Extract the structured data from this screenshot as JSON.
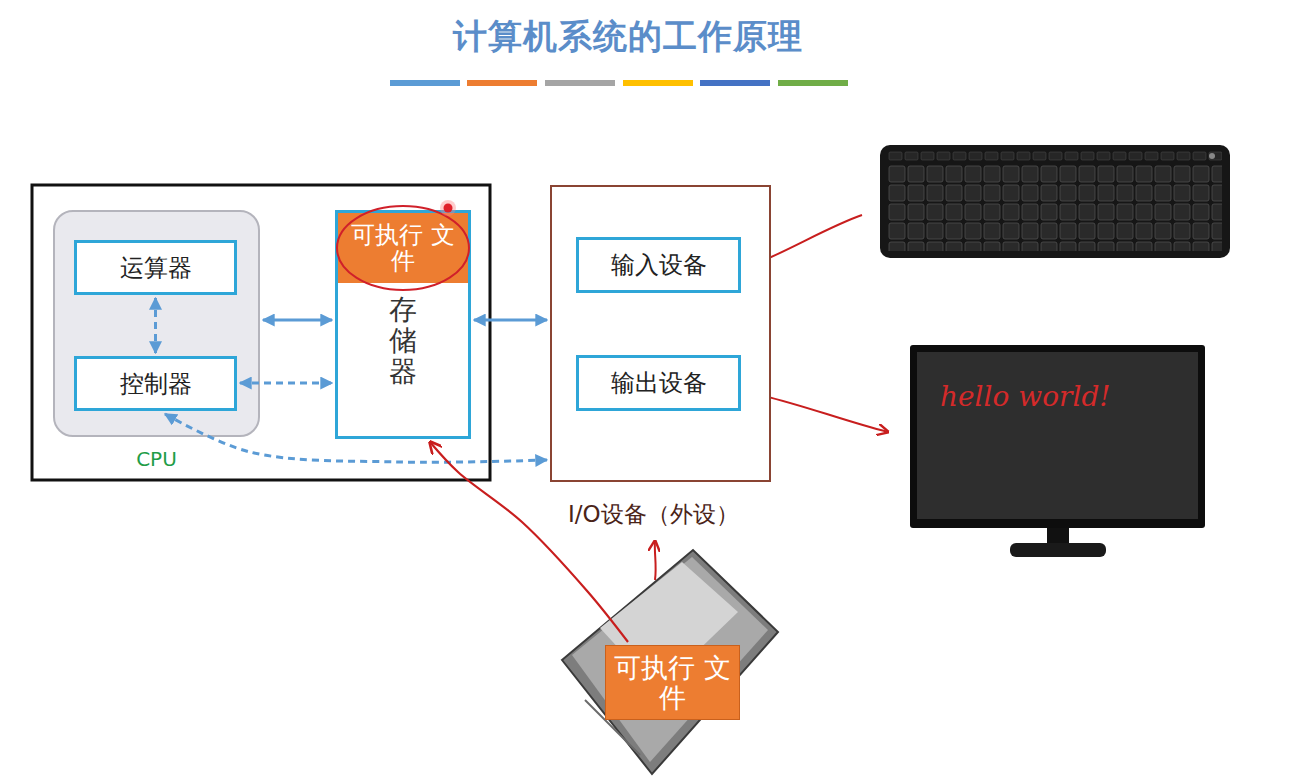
{
  "diagram": {
    "title": "计算机系统的工作原理",
    "nodes": [
      {
        "text": [
          "CPU"
        ]
      },
      {
        "text": [
          "运算器"
        ],
        "in": 0
      },
      {
        "text": [
          "控制器"
        ],
        "in": 0
      },
      {
        "text": [
          "存储器"
        ]
      },
      {
        "text": [
          "可执行 文件"
        ],
        "in": 3
      },
      {
        "text": [
          "I/O设备（外设）"
        ]
      },
      {
        "text": [
          "输入设备"
        ],
        "in": 5
      },
      {
        "text": [
          "输出设备"
        ],
        "in": 5
      },
      {
        "text": [
          "可执行 文件"
        ]
      }
    ],
    "edges": [
      {
        "from": 1,
        "to": 2,
        "arrow": "both"
      },
      {
        "from": 0,
        "to": 3,
        "arrow": "both"
      },
      {
        "from": 2,
        "to": 3,
        "arrow": "both"
      },
      {
        "from": 3,
        "to": 5,
        "arrow": "both"
      },
      {
        "from": 2,
        "to": 5,
        "arrow": "both"
      },
      {
        "from": 8,
        "to": 3,
        "arrow": "to"
      }
    ],
    "labels": [
      "hello world!"
    ]
  }
}
